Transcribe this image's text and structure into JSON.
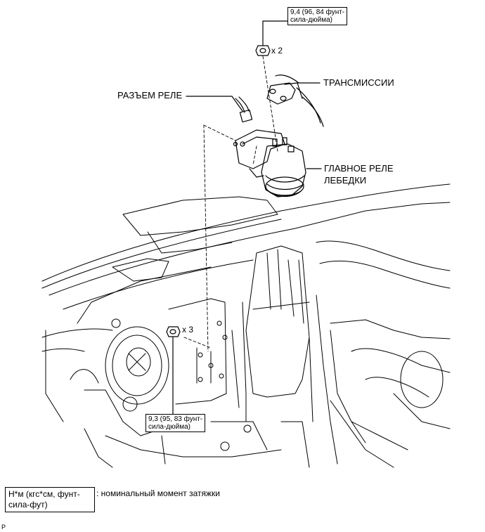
{
  "torque_top": {
    "line1": "9,4 (96, 84 фунт-",
    "line2": "сила-дюйма)"
  },
  "torque_bottom": {
    "line1": "9,3 (95, 83 фунт-",
    "line2": "сила-дюйма)"
  },
  "qty_top": "x 2",
  "qty_bottom": "x 3",
  "labels": {
    "relay_connector": "РАЗЪЕМ РЕЛЕ",
    "transmission": "ТРАНСМИССИИ",
    "winch_relay_line1": "ГЛАВНОЕ РЕЛЕ",
    "winch_relay_line2": "ЛЕБЕДКИ"
  },
  "legend": {
    "unit_line1": "Н*м (кгс*см, фунт-",
    "unit_line2": "сила-фут)",
    "description": ": номинальный момент затяжки"
  },
  "corner_mark": "P"
}
